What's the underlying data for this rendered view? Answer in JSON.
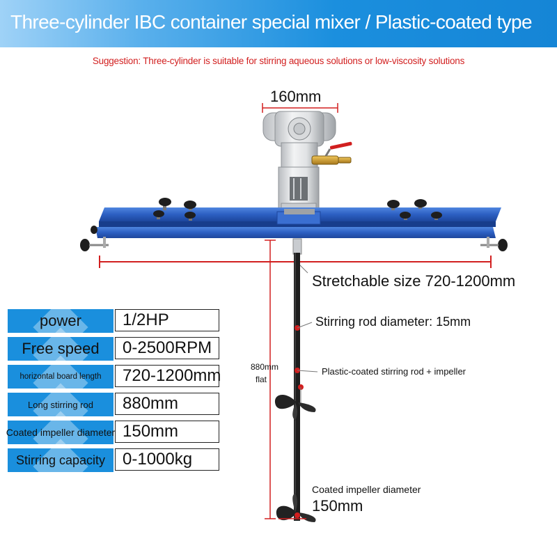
{
  "banner": {
    "title": "Three-cylinder IBC container special mixer / Plastic-coated type"
  },
  "suggestion": "Suggestion: Three-cylinder is suitable for stirring aqueous solutions or low-viscosity solutions",
  "dimensions": {
    "motor_width": "160mm",
    "stretchable": "Stretchable size 720-1200mm",
    "rod_diameter": "Stirring rod diameter: 15mm",
    "rod_length_value": "880mm",
    "rod_length_note": "flat",
    "coated_rod": "Plastic-coated stirring rod + impeller",
    "impeller_label": "Coated impeller diameter",
    "impeller_value": "150mm"
  },
  "specs": [
    {
      "label": "power",
      "value": "1/2HP"
    },
    {
      "label": "Free speed",
      "value": "0-2500RPM"
    },
    {
      "label": "horizontal board length",
      "value": "720-1200mm"
    },
    {
      "label": "Long stirring rod",
      "value": "880mm"
    },
    {
      "label": "Coated impeller diameter",
      "value": "150mm"
    },
    {
      "label": "Stirring capacity",
      "value": "0-1000kg"
    }
  ],
  "colors": {
    "banner": "#1b8fde",
    "label_bg": "#1a8fdd",
    "accent_red": "#d21f1f",
    "frame_blue": "#2f64c8"
  }
}
